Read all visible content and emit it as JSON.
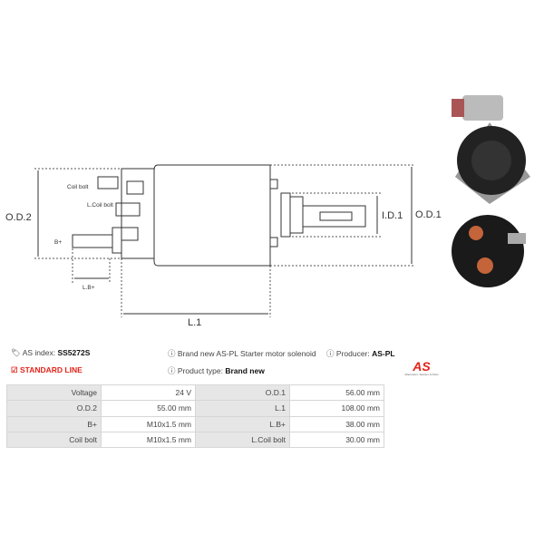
{
  "diagram": {
    "labels": {
      "od2": "O.D.2",
      "od1": "O.D.1",
      "id1": "I.D.1",
      "l1": "L.1",
      "coil_bolt": "Coil bolt",
      "l_coil_bolt": "L.Coil bolt",
      "b_plus": "B+",
      "l_b_plus": "L.B+"
    }
  },
  "info": {
    "as_index_label": "AS index:",
    "as_index": "SS5272S",
    "standard_line": "STANDARD LINE",
    "description": "Brand new AS-PL Starter motor solenoid",
    "product_type_label": "Product type:",
    "product_type": "Brand new",
    "producer_label": "Producer:",
    "producer": "AS-PL",
    "logo_text": "AS",
    "logo_sub": "Alternators, Starters & Parts"
  },
  "colors": {
    "accent": "#e2231a"
  },
  "specs": [
    {
      "l1": "Voltage",
      "v1": "24 V",
      "l2": "O.D.1",
      "v2": "56.00 mm"
    },
    {
      "l1": "O.D.2",
      "v1": "55.00 mm",
      "l2": "L.1",
      "v2": "108.00 mm"
    },
    {
      "l1": "B+",
      "v1": "M10x1.5 mm",
      "l2": "L.B+",
      "v2": "38.00 mm"
    },
    {
      "l1": "Coil bolt",
      "v1": "M10x1.5 mm",
      "l2": "L.Coil bolt",
      "v2": "30.00 mm"
    }
  ]
}
